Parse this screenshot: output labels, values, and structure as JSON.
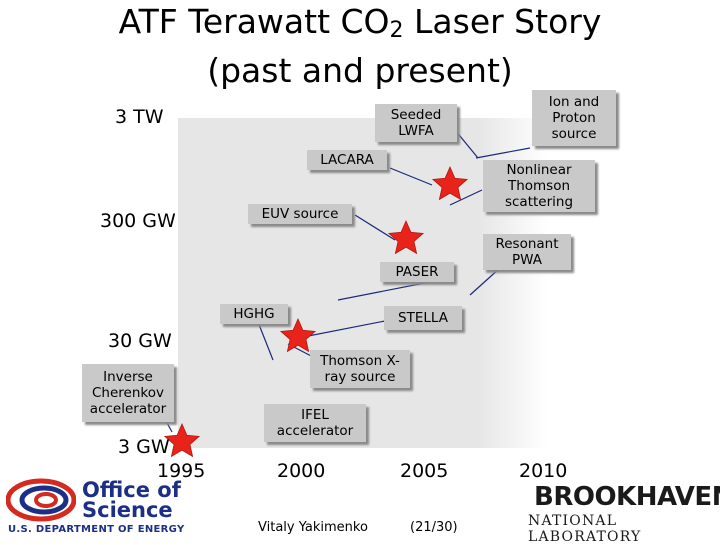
{
  "title": {
    "line1_pre": "ATF Terawatt CO",
    "line1_sub": "2",
    "line1_post": " Laser Story",
    "line2": "(past and present)"
  },
  "y_axis_labels": [
    "3 TW",
    "300 GW",
    "30 GW",
    "3 GW"
  ],
  "x_axis_labels": [
    "1995",
    "2000",
    "2005",
    "2010"
  ],
  "callouts": {
    "seeded_lwfa": "Seeded LWFA",
    "ion_proton": "Ion and Proton source",
    "lacara": "LACARA",
    "nonlinear_thomson": "Nonlinear Thomson scattering",
    "euv": "EUV source",
    "resonant_pwa": "Resonant PWA",
    "paser": "PASER",
    "hghg": "HGHG",
    "stella": "STELLA",
    "thomson_xray": "Thomson X-ray source",
    "inverse_cherenkov": "Inverse Cherenkov accelerator",
    "ifel": "IFEL accelerator"
  },
  "footer": {
    "author": "Vitaly Yakimenko",
    "page": "(21/30)"
  },
  "logos": {
    "doe_line1": "Office of",
    "doe_line2": "Science",
    "doe_sub": "U.S. DEPARTMENT OF ENERGY",
    "bnl_big": "BROOKHAVEN",
    "bnl_small": "NATIONAL LABORATORY"
  },
  "colors": {
    "star": "#e8231a",
    "callout": "#c9c9c9",
    "plot_fill": "#e6e6e6",
    "doe_blue": "#1b2f86",
    "doe_red": "#d42a1f"
  },
  "icons": [
    "star-icon",
    "doe-swirl-icon",
    "bnl-logo"
  ]
}
